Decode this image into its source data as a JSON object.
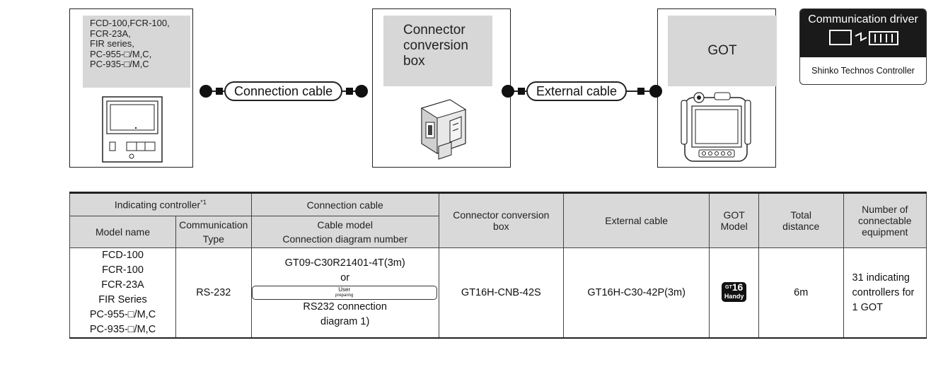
{
  "diagram": {
    "controller_label_lines": [
      "FCD-100,FCR-100,",
      "FCR-23A,",
      "FIR series,",
      "PC-955-□/M,C,",
      "PC-935-□/M,C"
    ],
    "conversion_box_lines": [
      "Connector",
      "conversion",
      "box"
    ],
    "got_label": "GOT",
    "cable1_label": "Connection cable",
    "cable2_label": "External cable"
  },
  "driver_badge": {
    "title": "Communication driver",
    "subtitle": "Shinko Technos Controller",
    "icon": "communication-driver-icon"
  },
  "table": {
    "headers": {
      "indicating_controller": "Indicating controller",
      "indicating_controller_note": "*1",
      "connection_cable": "Connection cable",
      "model_name": "Model name",
      "communication_type_lines": [
        "Communication",
        "Type"
      ],
      "cable_model_lines": [
        "Cable model",
        "Connection diagram number"
      ],
      "conversion_box_lines": [
        "Connector conversion",
        "box"
      ],
      "external_cable": "External cable",
      "got_model_lines": [
        "GOT",
        "Model"
      ],
      "total_distance_lines": [
        "Total",
        "distance"
      ],
      "connectable_lines": [
        "Number of",
        "connectable",
        "equipment"
      ]
    },
    "row": {
      "model_names": [
        "FCD-100",
        "FCR-100",
        "FCR-23A",
        "FIR Series",
        "PC-955-□/M,C",
        "PC-935-□/M,C"
      ],
      "communication_type": "RS-232",
      "cable_model": "GT09-C30R21401-4T(3m)",
      "cable_or": "or",
      "user_badge_lines": [
        "User",
        "preparing"
      ],
      "cable_diagram_line1": "RS232 connection",
      "cable_diagram_line2": "diagram 1)",
      "conversion_box": "GT16H-CNB-42S",
      "external_cable": "GT16H-C30-42P(3m)",
      "got_badge_prefix": "GT",
      "got_badge_num": "16",
      "got_badge_word": "Handy",
      "total_distance": "6m",
      "connectable_lines": [
        "31 indicating",
        "controllers for",
        "1 GOT"
      ]
    }
  }
}
